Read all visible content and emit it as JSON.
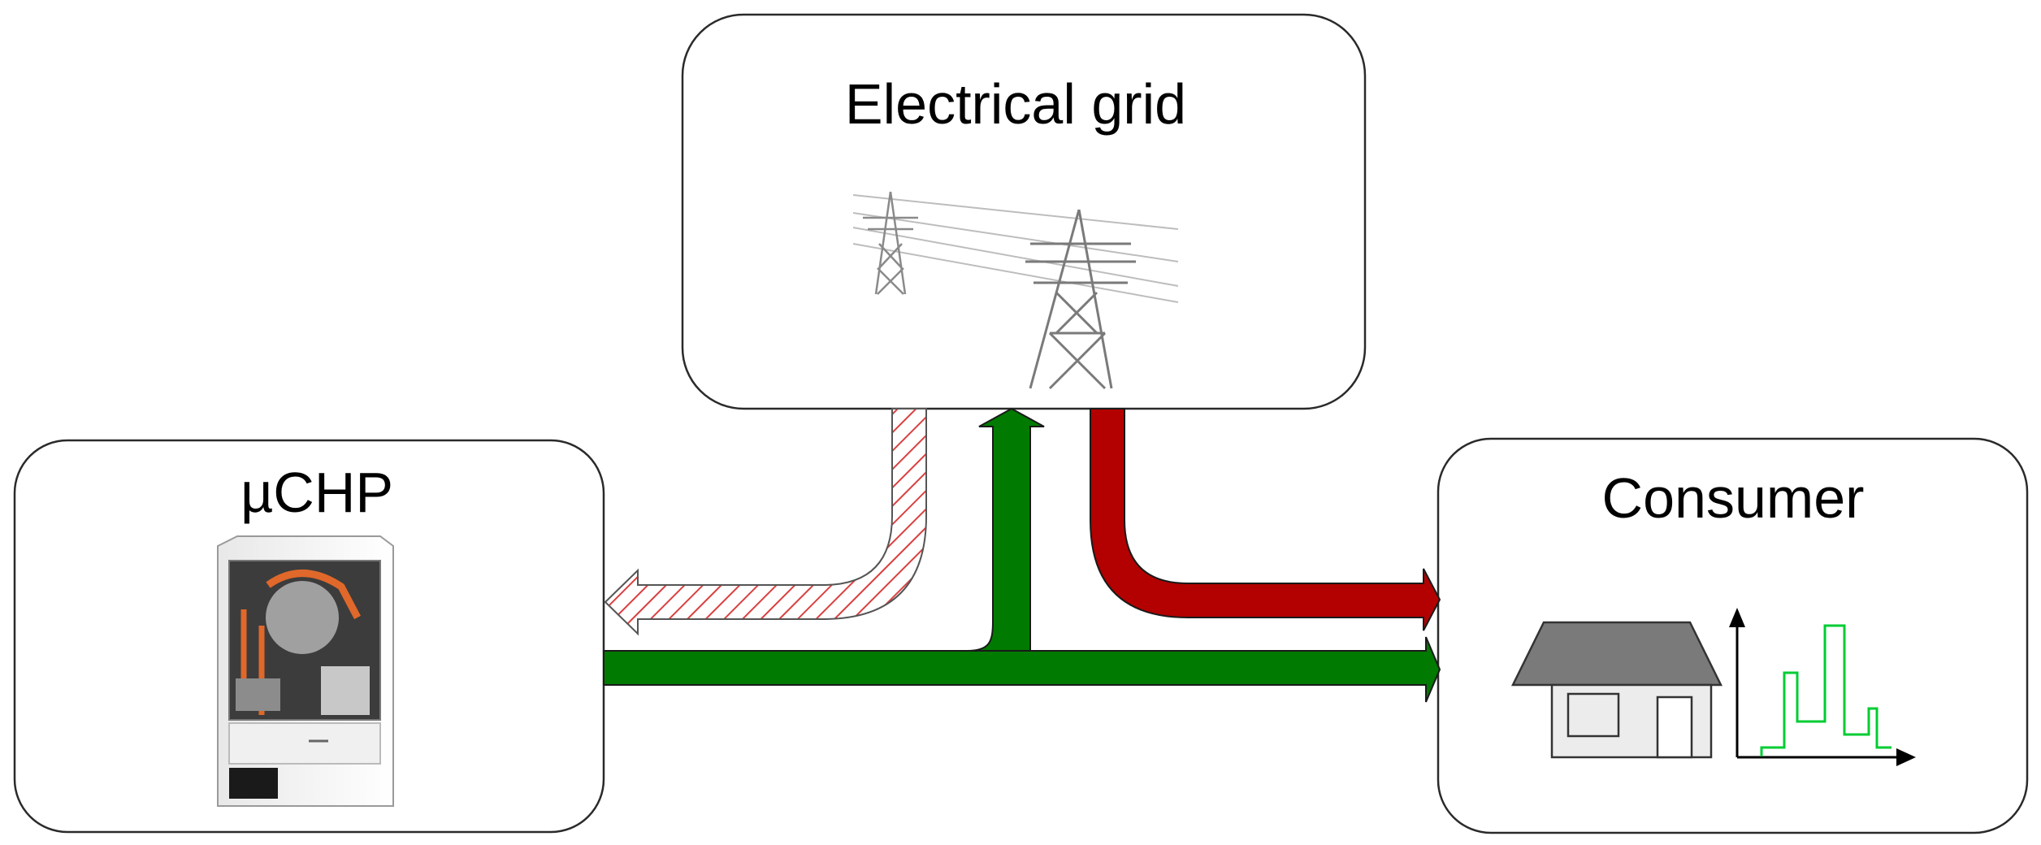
{
  "grid": {
    "title": "Electrical grid",
    "icon": "power-pylon-icon"
  },
  "chp": {
    "title": "µCHP",
    "icon": "chp-unit-icon"
  },
  "consumer": {
    "title": "Consumer",
    "icon": "house-icon",
    "chart_icon": "load-profile-chart-icon"
  },
  "colors": {
    "green": "#007a00",
    "red": "#b30000",
    "hatch": "#d94040",
    "profile": "#00cc33",
    "roof": "#7a7a7a",
    "border": "#2a2a2a"
  },
  "flows": [
    {
      "name": "grid-to-chp",
      "style": "hatched-red"
    },
    {
      "name": "chp-to-grid",
      "style": "green"
    },
    {
      "name": "grid-to-consumer",
      "style": "red"
    },
    {
      "name": "chp-to-consumer",
      "style": "green"
    }
  ]
}
